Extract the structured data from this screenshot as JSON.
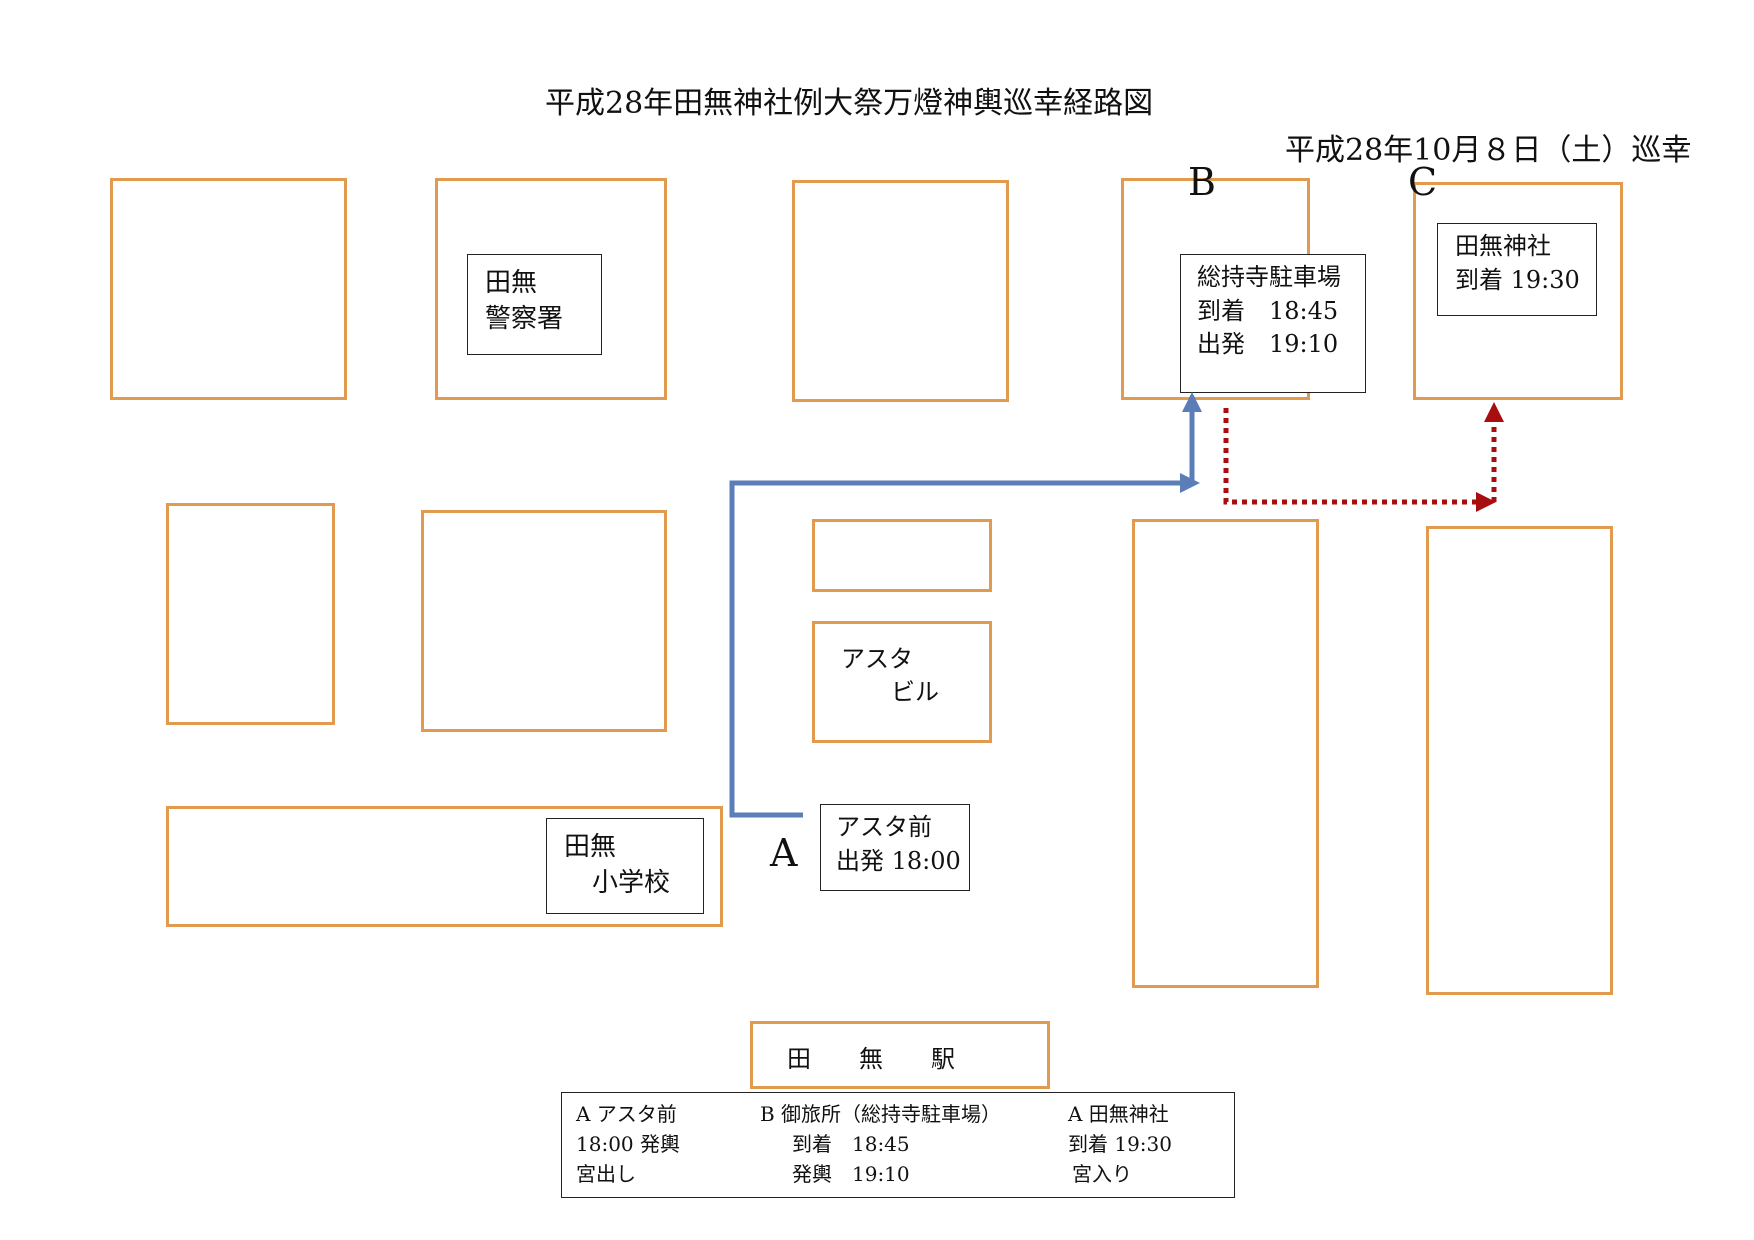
{
  "title": "平成28年田無神社例大祭万燈神輿巡幸経路図",
  "subtitle": "平成28年10月８日（土）巡幸",
  "points": {
    "a": "A",
    "b": "B",
    "c": "C"
  },
  "labels": {
    "police": [
      "田無",
      "警察署"
    ],
    "school": [
      "田無",
      "小学校"
    ],
    "asta_building": [
      "アスタ",
      "ビル"
    ],
    "asta_front": [
      "アスタ前",
      "出発 18:00"
    ],
    "parking": [
      "総持寺駐車場",
      "到着　18:45",
      "出発　19:10"
    ],
    "shrine": [
      "田無神社",
      "到着 19:30"
    ],
    "station": "田　　無　　駅"
  },
  "legend": {
    "a": [
      "A アスタ前",
      "18:00 発輿",
      "宮出し"
    ],
    "b": [
      "B 御旅所（総持寺駐車場）",
      "到着　18:45",
      "発輿　19:10"
    ],
    "c": [
      "A 田無神社",
      "到着  19:30",
      "宮入り"
    ]
  },
  "colors": {
    "block": "#E29A4F",
    "route_solid": "#5B7DB8",
    "route_dotted": "#A80E0E"
  }
}
